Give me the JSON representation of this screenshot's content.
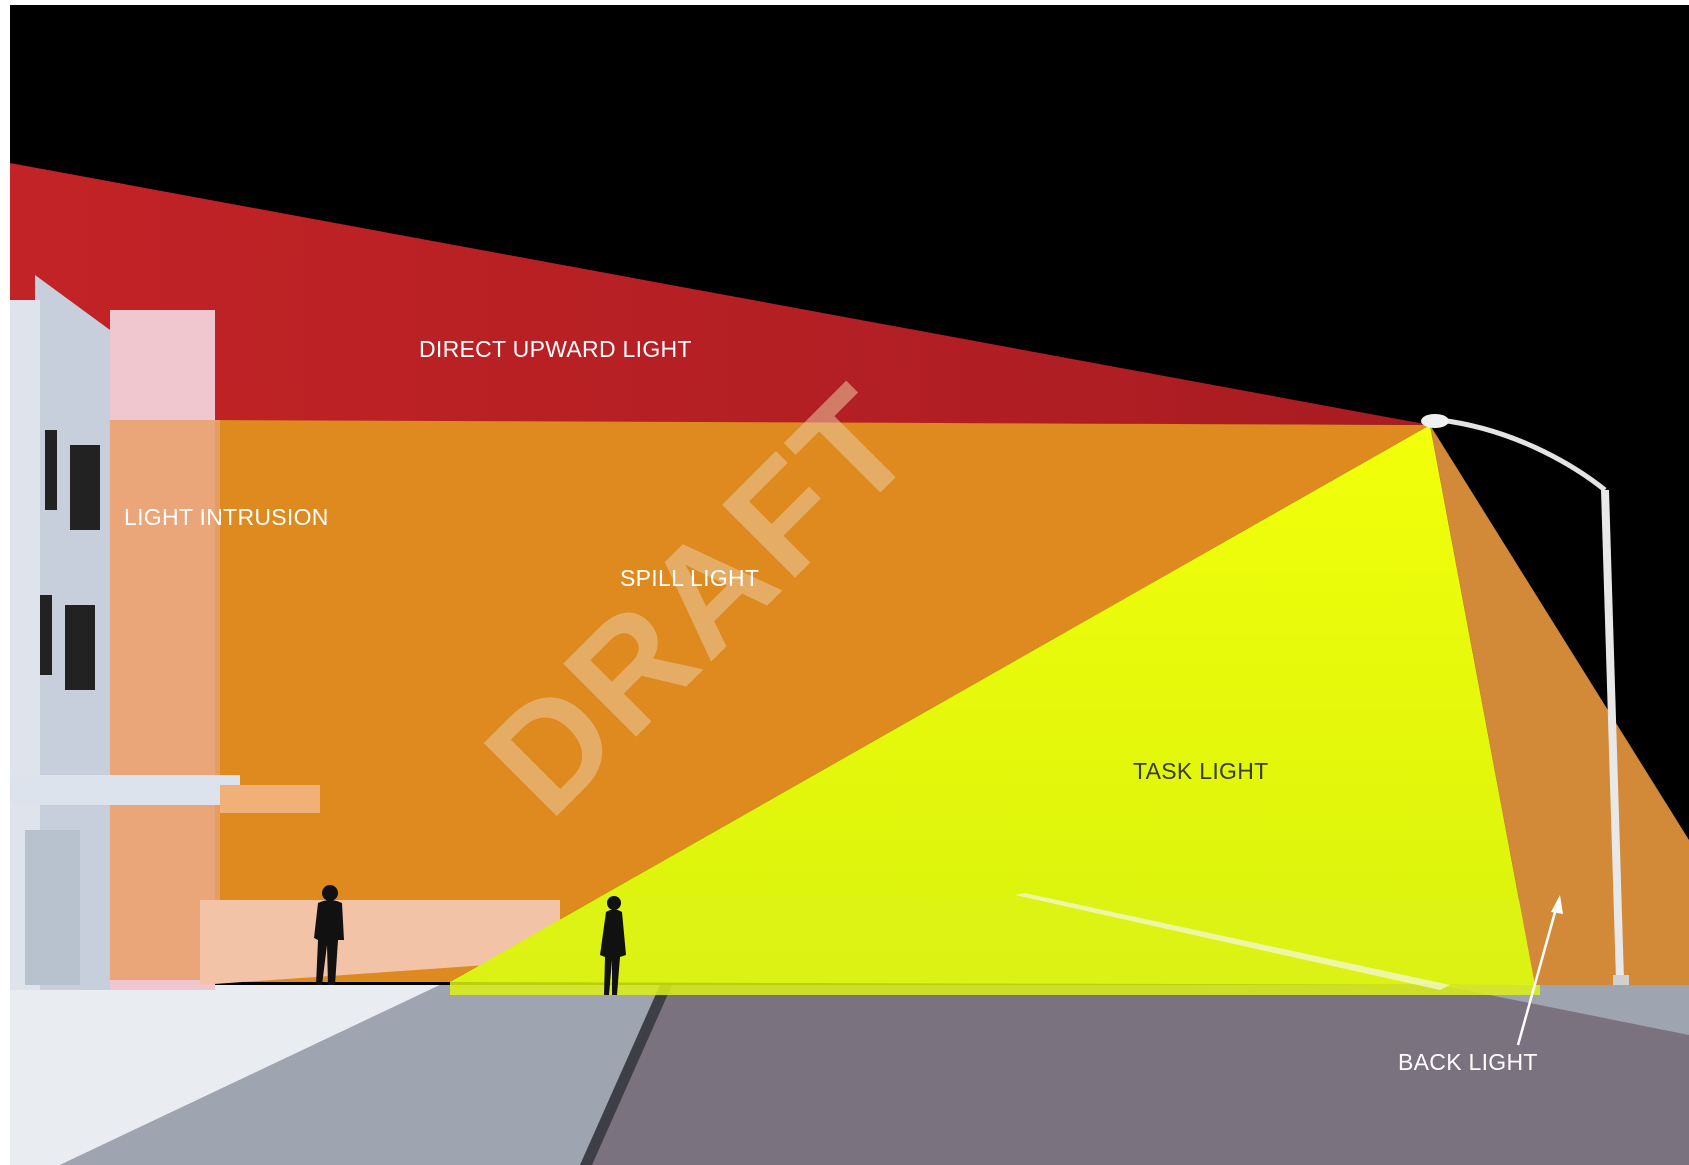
{
  "labels": {
    "direct_upward": "DIRECT UPWARD LIGHT",
    "light_intrusion": "LIGHT INTRUSION",
    "spill": "SPILL LIGHT",
    "task": "TASK LIGHT",
    "back": "BACK LIGHT"
  },
  "watermark": "DRAFT",
  "colors": {
    "sky": "#000000",
    "direct_upward": "#b71f24",
    "spill": "#de8a1f",
    "task": "#e6fa08",
    "back": "#d28a38",
    "road": "#7b727f",
    "sidewalk": "#9ea4b0",
    "building": "#cfd6e2"
  }
}
